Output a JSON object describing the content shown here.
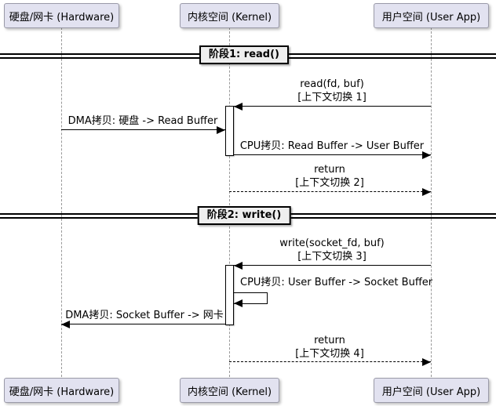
{
  "participants": {
    "hardware": "硬盘/网卡 (Hardware)",
    "kernel": "内核空间 (Kernel)",
    "user": "用户空间 (User App)"
  },
  "phases": {
    "phase1": "阶段1: read()",
    "phase2": "阶段2: write()"
  },
  "messages": {
    "read_call": "read(fd, buf)",
    "read_ctx": "[上下文切换 1]",
    "dma_read": "DMA拷贝: 硬盘 -> Read Buffer",
    "cpu_read": "CPU拷贝: Read Buffer -> User Buffer",
    "return1": "return",
    "return1_ctx": "[上下文切换 2]",
    "write_call": "write(socket_fd, buf)",
    "write_ctx": "[上下文切换 3]",
    "cpu_write": "CPU拷贝: User Buffer -> Socket Buffer",
    "dma_write": "DMA拷贝: Socket Buffer -> 网卡",
    "return2": "return",
    "return2_ctx": "[上下文切换 4]"
  },
  "colors": {
    "background": "#FFFFFF",
    "participant_fill": "#E2E2F0",
    "participant_border": "#9A9AA8",
    "divider_fill": "#EEEEEE",
    "stroke": "#000000",
    "lifeline": "#999999"
  }
}
